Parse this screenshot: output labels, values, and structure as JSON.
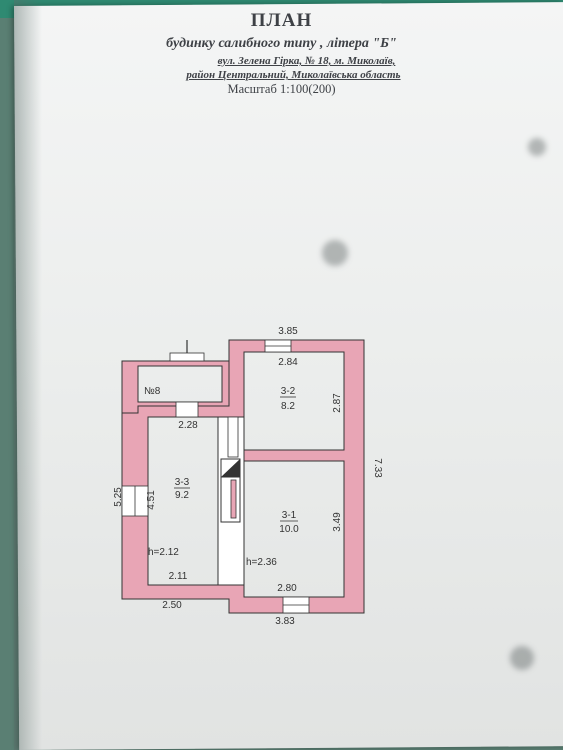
{
  "header": {
    "title": "ПЛАН",
    "subtitle": "будинку салибного типу , літера \"Б\"",
    "address_line1": "вул. Зелена Гірка,     № 18, м. Миколаїв,",
    "address_line2": "район Центральний,     Миколаївська область",
    "scale": "Масштаб 1:100(200)"
  },
  "plan": {
    "rooms": [
      {
        "id": "3-1",
        "area": "10.0",
        "height": "h=2.36"
      },
      {
        "id": "3-2",
        "area": "8.2"
      },
      {
        "id": "3-3",
        "area": "9.2",
        "height": "h=2.12"
      },
      {
        "id": "№8"
      }
    ],
    "dims": {
      "top_total": "3.85",
      "r32_width": "2.84",
      "r32_depth": "2.87",
      "right_total": "7.33",
      "r31_depth": "3.49",
      "r31_width": "2.80",
      "bottom_right": "3.83",
      "r33_top": "2.28",
      "r33_depth": "4.51",
      "left_total": "5.25",
      "r33_bottom": "2.11",
      "bottom_left": "2.50"
    },
    "colors": {
      "wall": "#e8a5b5",
      "line": "#333333"
    }
  }
}
